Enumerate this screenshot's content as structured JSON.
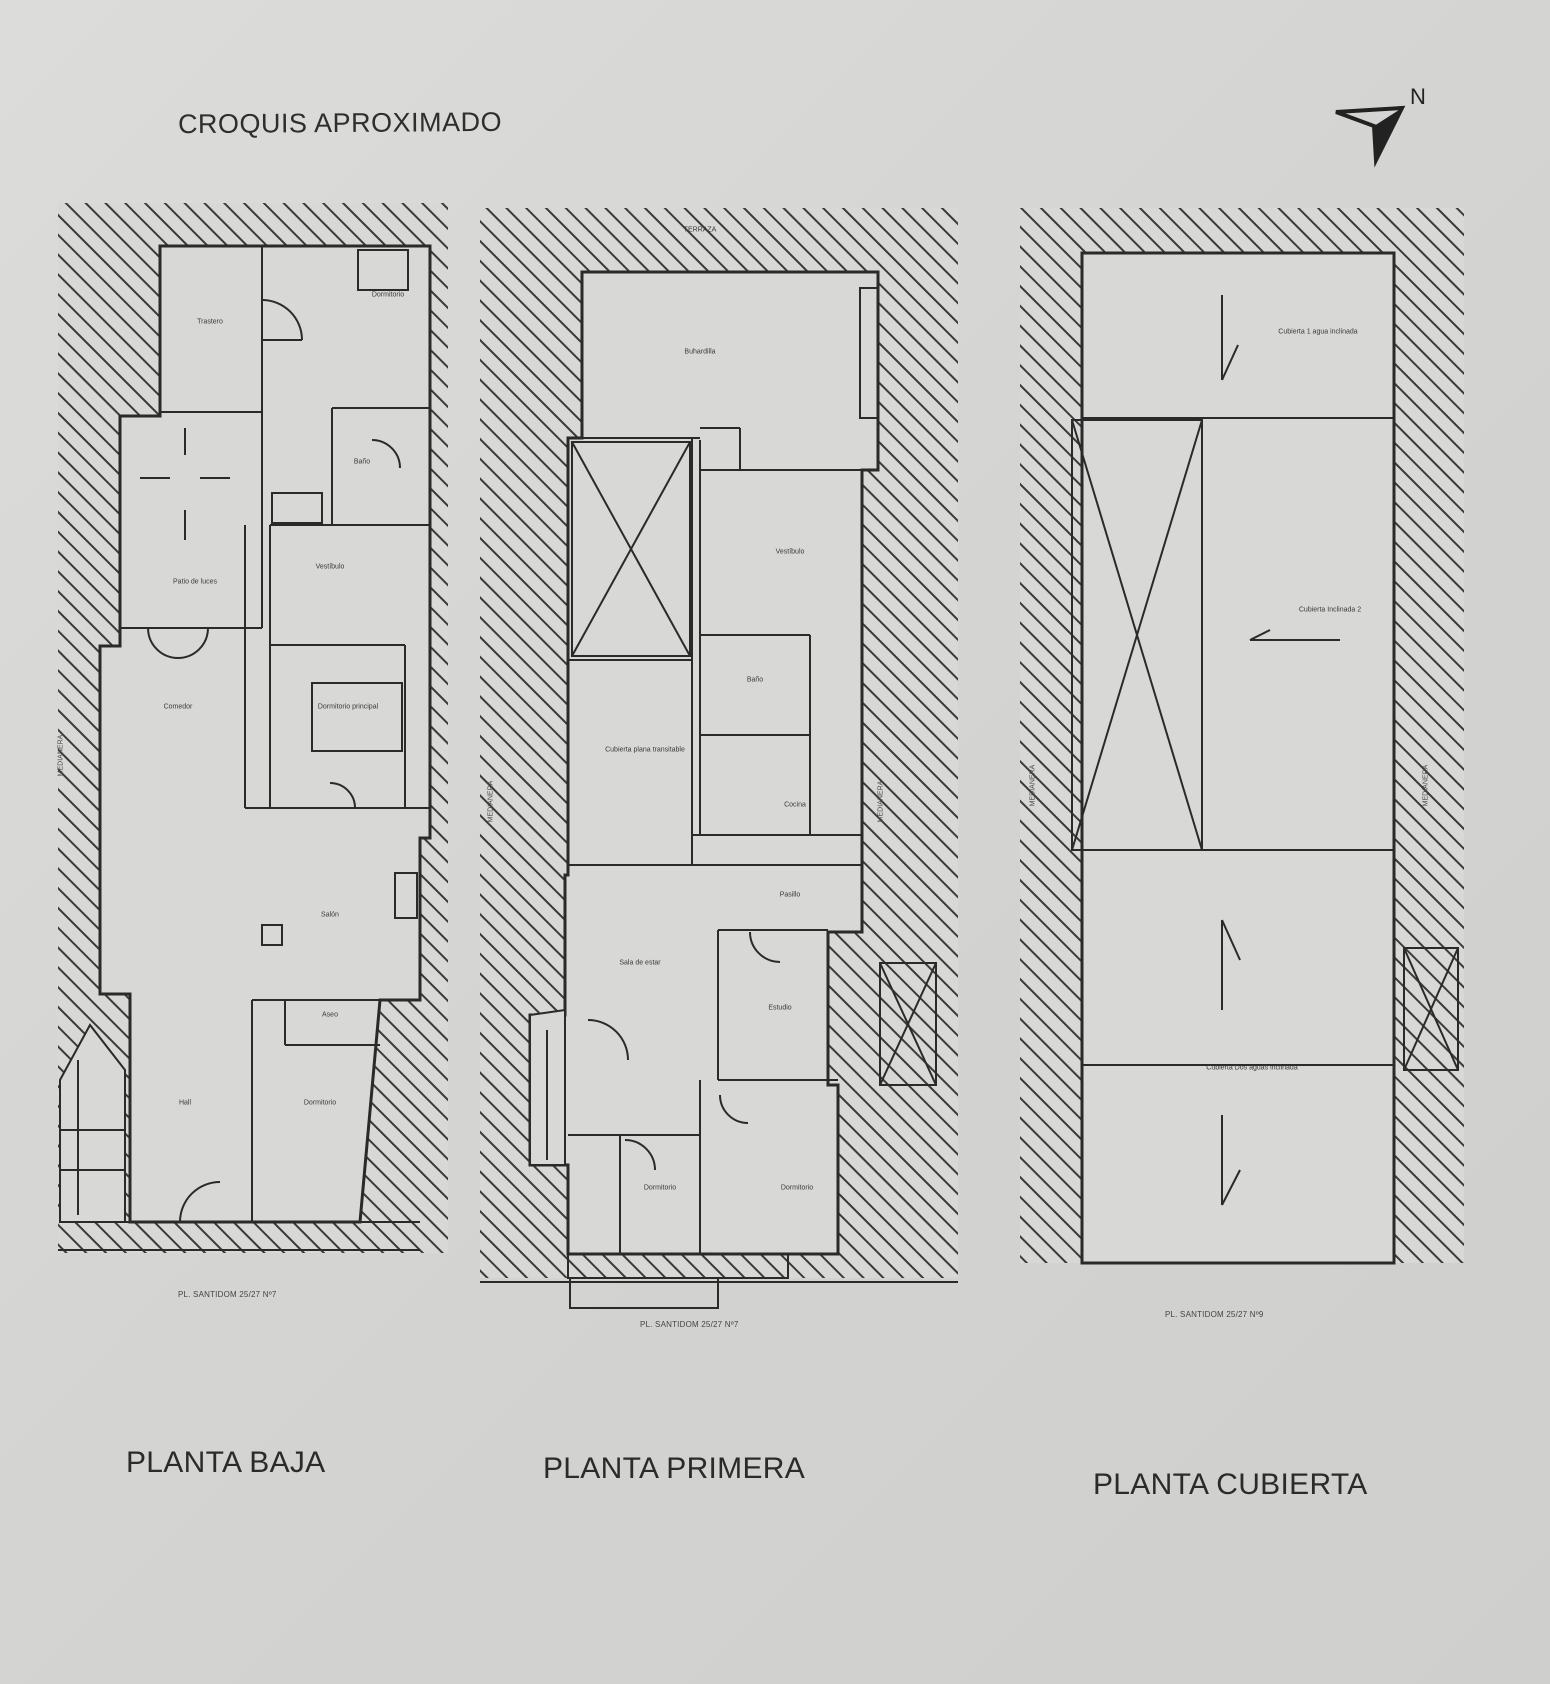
{
  "sheet_title": "CROQUIS APROXIMADO",
  "north_arrow": {
    "icon": "north-arrow-icon",
    "letter": "N"
  },
  "plans": [
    {
      "key": "baja",
      "label": "PLANTA BAJA",
      "caption": "PL. SANTIDOM 25/27 Nº7",
      "side_label": "MEDIANERA",
      "rooms": [
        "Trastero",
        "Dormitorio",
        "Baño",
        "Patio de luces",
        "Vestíbulo",
        "Dormitorio principal",
        "Comedor",
        "Salón",
        "Aseo",
        "Hall",
        "Dormitorio"
      ]
    },
    {
      "key": "primera",
      "label": "PLANTA PRIMERA",
      "caption": "PL. SANTIDOM 25/27 Nº7",
      "side_label": "MEDIANERA",
      "top_label": "TERRAZA",
      "rooms": [
        "Buhardilla",
        "Vestíbulo",
        "Baño",
        "Cubierta plana transitable",
        "Cocina",
        "Pasillo",
        "Sala de estar",
        "Estudio",
        "Dormitorio",
        "Dormitorio"
      ]
    },
    {
      "key": "cubierta",
      "label": "PLANTA CUBIERTA",
      "caption": "PL. SANTIDOM 25/27 Nº9",
      "side_label": "MEDIANERA",
      "rooms": [
        "Cubierta 1 agua inclinada",
        "Cubierta Inclinada 2",
        "Cubierta Dos aguas inclinada"
      ]
    }
  ],
  "colors": {
    "line": "#2a2a2a",
    "hatch": "#3a3a3a",
    "paper": "#d7d7d5"
  }
}
